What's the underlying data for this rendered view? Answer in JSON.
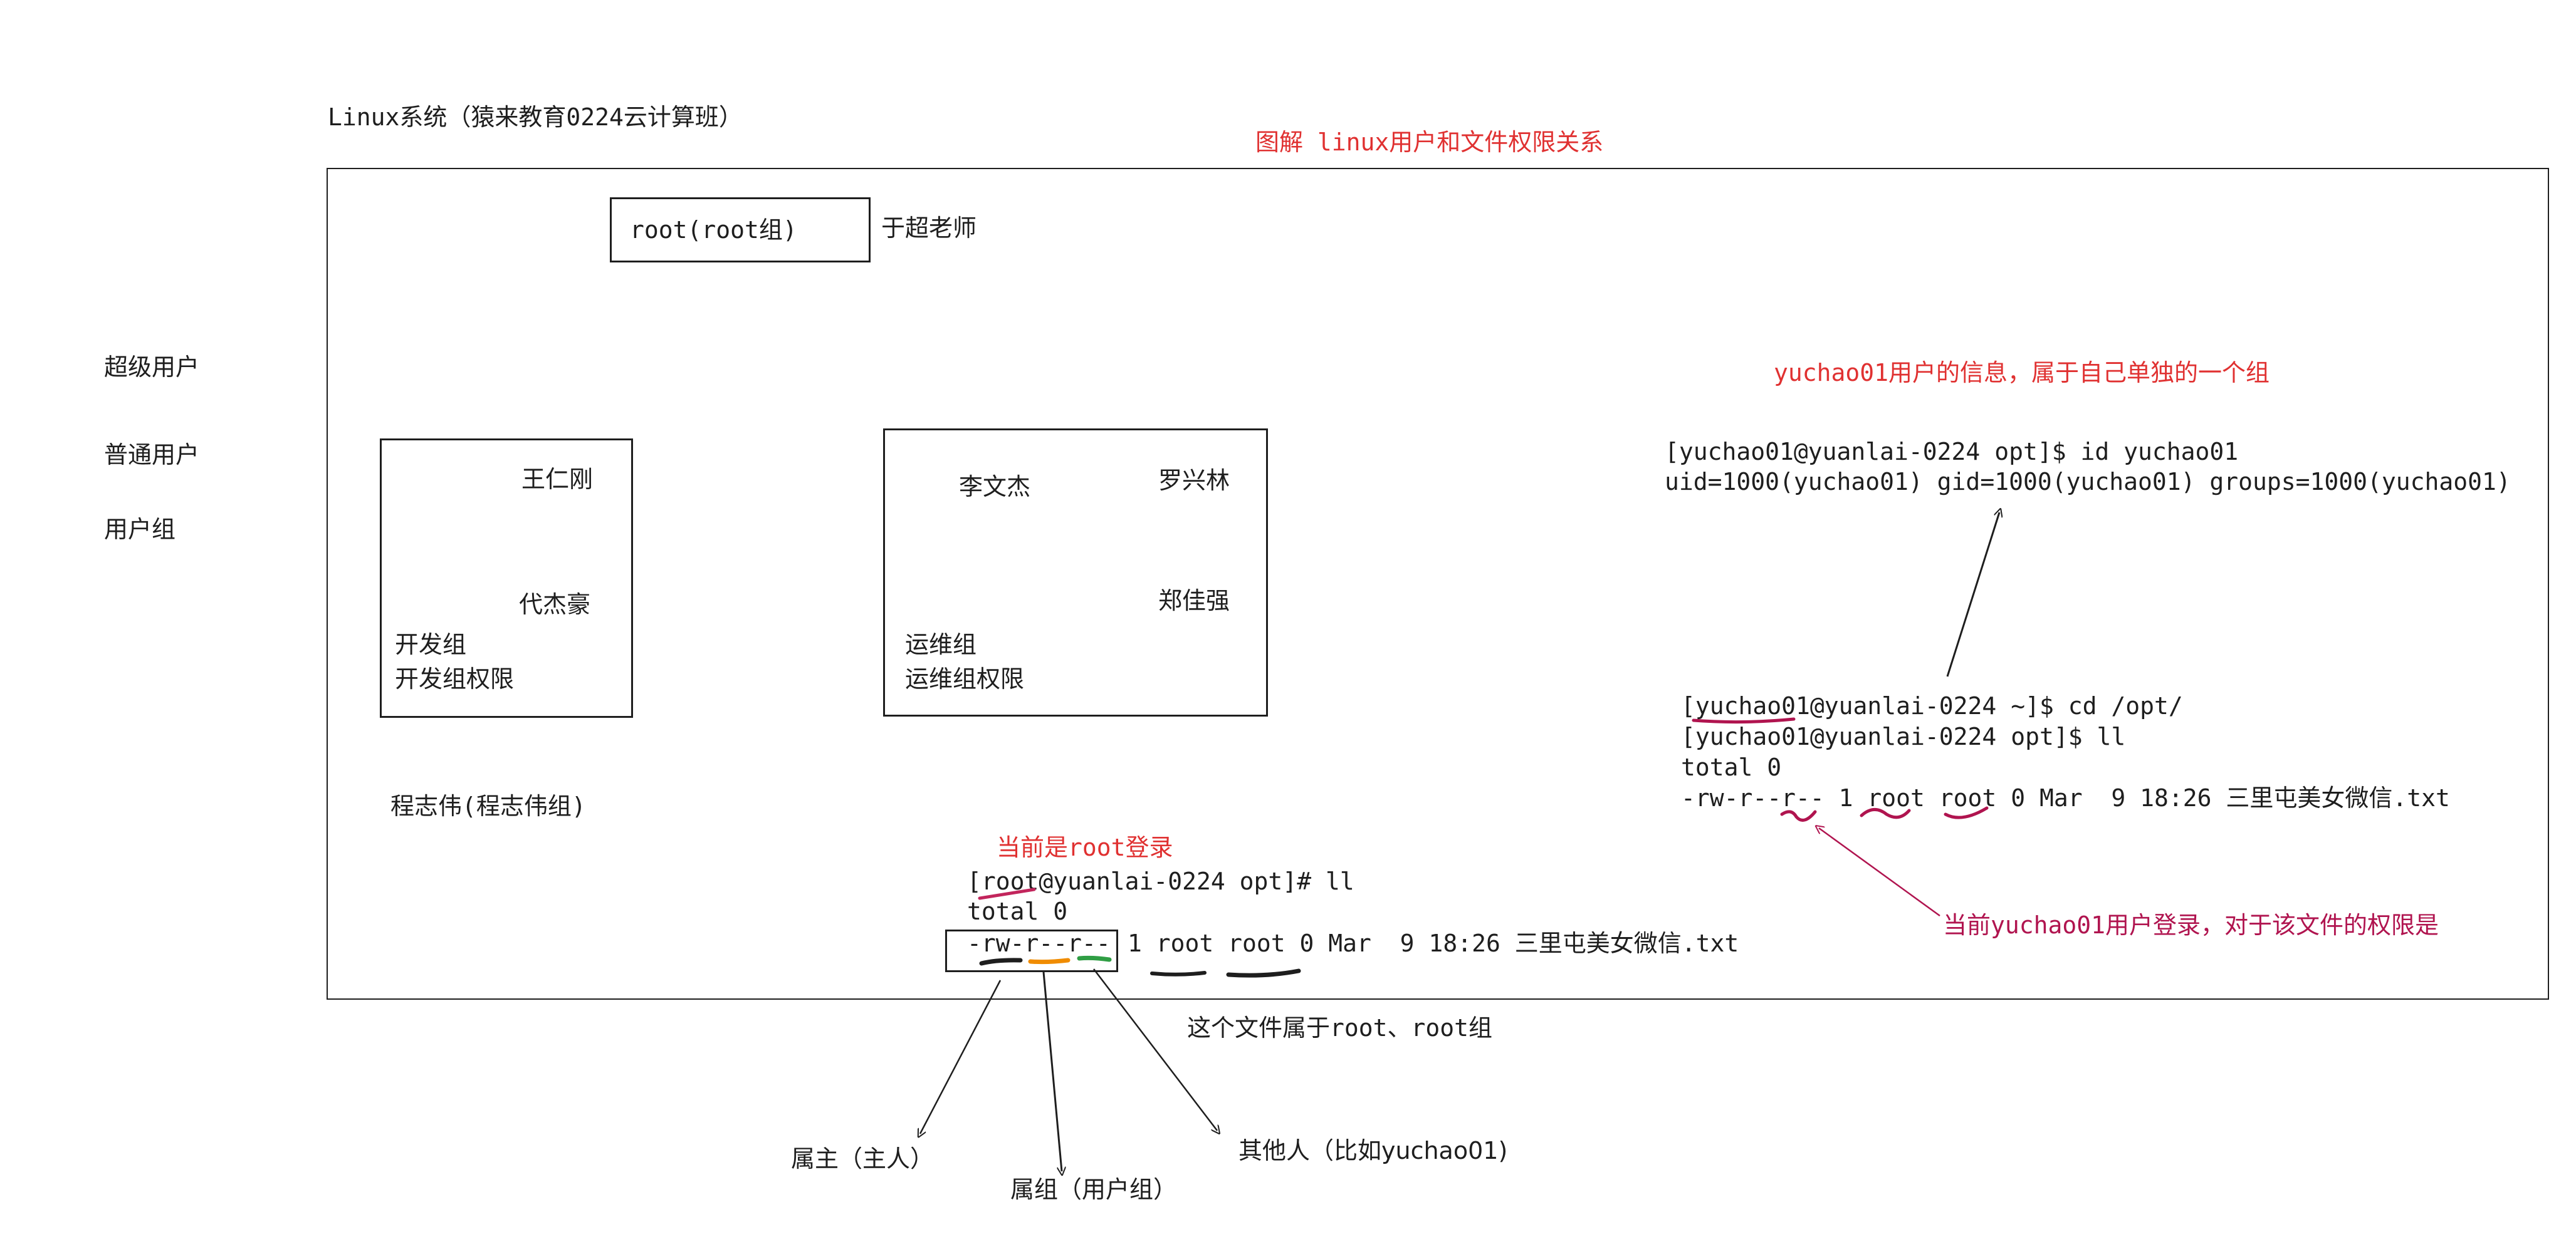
{
  "header": {
    "system_label": "Linux系统（猿来教育0224云计算班）",
    "diagram_title": "图解 linux用户和文件权限关系"
  },
  "legend": {
    "super_user": "超级用户",
    "normal_user": "普通用户",
    "user_group": "用户组"
  },
  "root_box": {
    "label": "root(root组)",
    "owner_note": "于超老师"
  },
  "dev_group": {
    "members": [
      "王仁刚",
      "代杰豪"
    ],
    "name": "开发组",
    "permission": "开发组权限"
  },
  "ops_group": {
    "members": [
      "李文杰",
      "罗兴林",
      "郑佳强"
    ],
    "name": "运维组",
    "permission": "运维组权限"
  },
  "standalone_user": "程志伟(程志伟组)",
  "root_terminal": {
    "note": "当前是root登录",
    "prompt": "[root@yuanlai-0224 opt]# ll",
    "total": "total 0",
    "perm": "-rw-r--r--",
    "rest": "1 root root 0 Mar  9 18:26 三里屯美女微信.txt",
    "ownership_note": "这个文件属于root、root组"
  },
  "perm_labels": {
    "owner": "属主（主人）",
    "group": "属组（用户组）",
    "others": "其他人（比如yuchao01)"
  },
  "yuchao_info": {
    "caption": "yuchao01用户的信息，属于自己单独的一个组",
    "line1": "[yuchao01@yuanlai-0224 opt]$ id yuchao01",
    "line2": "uid=1000(yuchao01) gid=1000(yuchao01) groups=1000(yuchao01)"
  },
  "yuchao_terminal": {
    "line1": "[yuchao01@yuanlai-0224 ~]$ cd /opt/",
    "line2": "[yuchao01@yuanlai-0224 opt]$ ll",
    "line3": "total 0",
    "line4": "-rw-r--r-- 1 root root 0 Mar  9 18:26 三里屯美女微信.txt",
    "note": "当前yuchao01用户登录，对于该文件的权限是"
  },
  "colors": {
    "red": "#e03131",
    "wine": "#b0144f",
    "black_stroke": "#1e1e1e",
    "owner_mark": "#1e1e1e",
    "group_mark": "#f08c00",
    "others_mark": "#2f9e44"
  }
}
